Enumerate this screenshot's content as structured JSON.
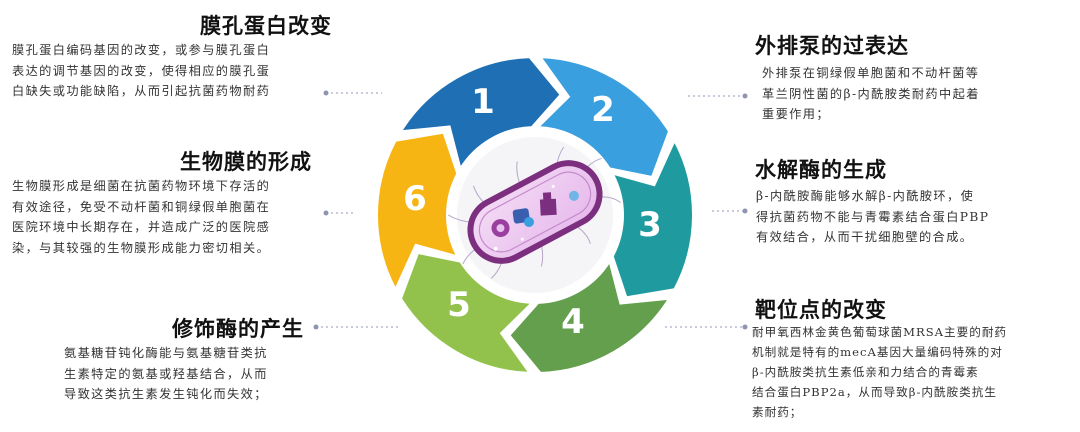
{
  "cycle": {
    "segments": [
      {
        "number": "1",
        "color": "#1f6fb4"
      },
      {
        "number": "2",
        "color": "#3a9fde"
      },
      {
        "number": "3",
        "color": "#1f9ba0"
      },
      {
        "number": "4",
        "color": "#639f4c"
      },
      {
        "number": "5",
        "color": "#93c24c"
      },
      {
        "number": "6",
        "color": "#f7b513"
      }
    ]
  },
  "items": {
    "item1": {
      "title": "膜孔蛋白改变",
      "lines": [
        "膜孔蛋白编码基因的改变，或参与膜孔蛋白",
        "表达的调节基因的改变，使得相应的膜孔蛋",
        "白缺失或功能缺陷，从而引起抗菌药物耐药"
      ]
    },
    "item2": {
      "title": "外排泵的过表达",
      "lines": [
        "外排泵在铜绿假单胞菌和不动杆菌等",
        "革兰阴性菌的β-内酰胺类耐药中起着",
        "重要作用；"
      ]
    },
    "item3": {
      "title": "水解酶的生成",
      "lines": [
        "β-内酰胺酶能够水解β-内酰胺环，使",
        "得抗菌药物不能与青霉素结合蛋白PBP",
        "有效结合，从而干扰细胞壁的合成。"
      ]
    },
    "item4": {
      "title": "靶位点的改变",
      "lines": [
        "耐甲氧西林金黄色葡萄球菌MRSA主要的耐药",
        "机制就是特有的mecA基因大量编码特殊的对",
        "β-内酰胺类抗生素低亲和力结合的青霉素",
        "结合蛋白PBP2a，从而导致β-内酰胺类抗生",
        "素耐药；"
      ]
    },
    "item5": {
      "title": "修饰酶的产生",
      "lines": [
        "氨基糖苷钝化酶能与氨基糖苷类抗",
        "生素特定的氨基或羟基结合，从而",
        "导致这类抗生素发生钝化而失效；"
      ]
    },
    "item6": {
      "title": "生物膜的形成",
      "lines": [
        "生物膜形成是细菌在抗菌药物环境下存活的",
        "有效途径，免受不动杆菌和铜绿假单胞菌在",
        "医院环境中长期存在，并造成广泛的医院感",
        "染，与其较强的生物膜形成能力密切相关。"
      ]
    }
  }
}
